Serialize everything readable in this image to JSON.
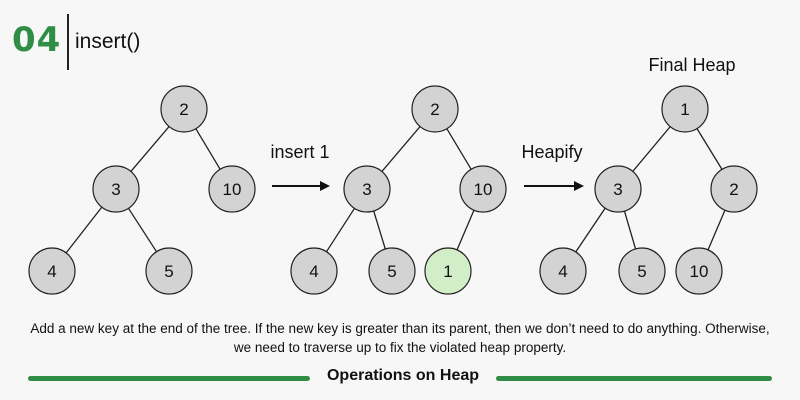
{
  "header": {
    "step_number": "04",
    "title": "insert()"
  },
  "colors": {
    "accent": "#2f8d46",
    "node_fill": "#d3d3d3",
    "highlight_fill": "#d2eec9",
    "stroke": "#222222"
  },
  "trees": [
    {
      "id": "tree-initial",
      "label": "",
      "nodes": [
        {
          "id": "a",
          "value": "2",
          "parent": null
        },
        {
          "id": "b",
          "value": "3",
          "parent": "a"
        },
        {
          "id": "c",
          "value": "10",
          "parent": "a"
        },
        {
          "id": "d",
          "value": "4",
          "parent": "b"
        },
        {
          "id": "e",
          "value": "5",
          "parent": "b"
        }
      ]
    },
    {
      "id": "tree-after-insert",
      "label": "",
      "nodes": [
        {
          "id": "a",
          "value": "2",
          "parent": null
        },
        {
          "id": "b",
          "value": "3",
          "parent": "a"
        },
        {
          "id": "c",
          "value": "10",
          "parent": "a"
        },
        {
          "id": "d",
          "value": "4",
          "parent": "b"
        },
        {
          "id": "e",
          "value": "5",
          "parent": "b"
        },
        {
          "id": "f",
          "value": "1",
          "parent": "c",
          "highlight": true
        }
      ]
    },
    {
      "id": "tree-final",
      "label": "Final Heap",
      "nodes": [
        {
          "id": "a",
          "value": "1",
          "parent": null
        },
        {
          "id": "b",
          "value": "3",
          "parent": "a"
        },
        {
          "id": "c",
          "value": "2",
          "parent": "a"
        },
        {
          "id": "d",
          "value": "4",
          "parent": "b"
        },
        {
          "id": "e",
          "value": "5",
          "parent": "b"
        },
        {
          "id": "f",
          "value": "10",
          "parent": "c"
        }
      ]
    }
  ],
  "transitions": [
    {
      "id": "step-insert",
      "label": "insert 1"
    },
    {
      "id": "step-heapify",
      "label": "Heapify"
    }
  ],
  "caption": "Add a new key at the end of the tree. If the new key is greater than its parent, then we don’t need to do anything. Otherwise, we need to traverse up to fix the violated heap property.",
  "footer": {
    "title": "Operations on Heap"
  }
}
